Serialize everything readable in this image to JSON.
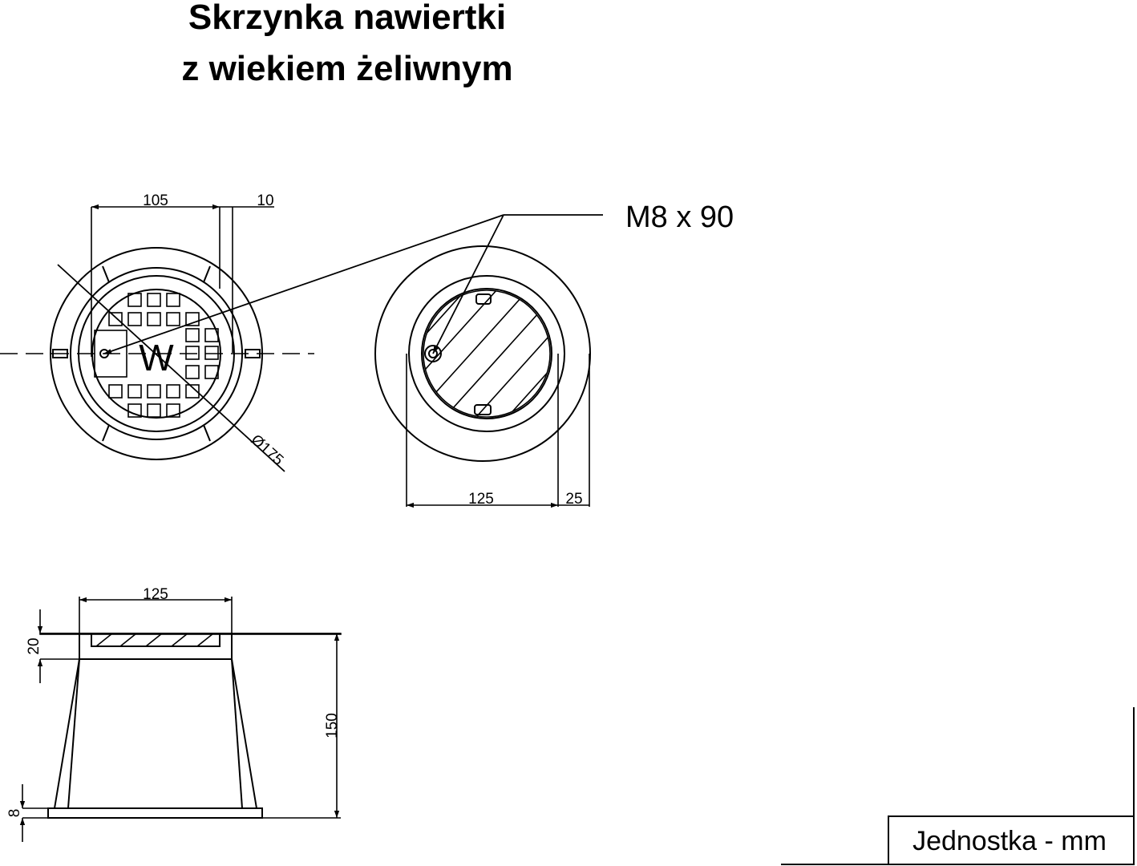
{
  "title": {
    "line1": "Skrzynka nawiertki",
    "line2": "z wiekiem żeliwnym"
  },
  "top_view": {
    "dim_width": "105",
    "dim_offset": "10",
    "diameter": "Ø175",
    "lid_letter": "W"
  },
  "bottom_view": {
    "dim_width": "125",
    "dim_offset": "25"
  },
  "bolt_callout": "M8 x 90",
  "side_view": {
    "dim_top_width": "125",
    "dim_lid_height": "20",
    "dim_total_height": "150",
    "dim_base_height": "8"
  },
  "units_label": "Jednostka - mm"
}
